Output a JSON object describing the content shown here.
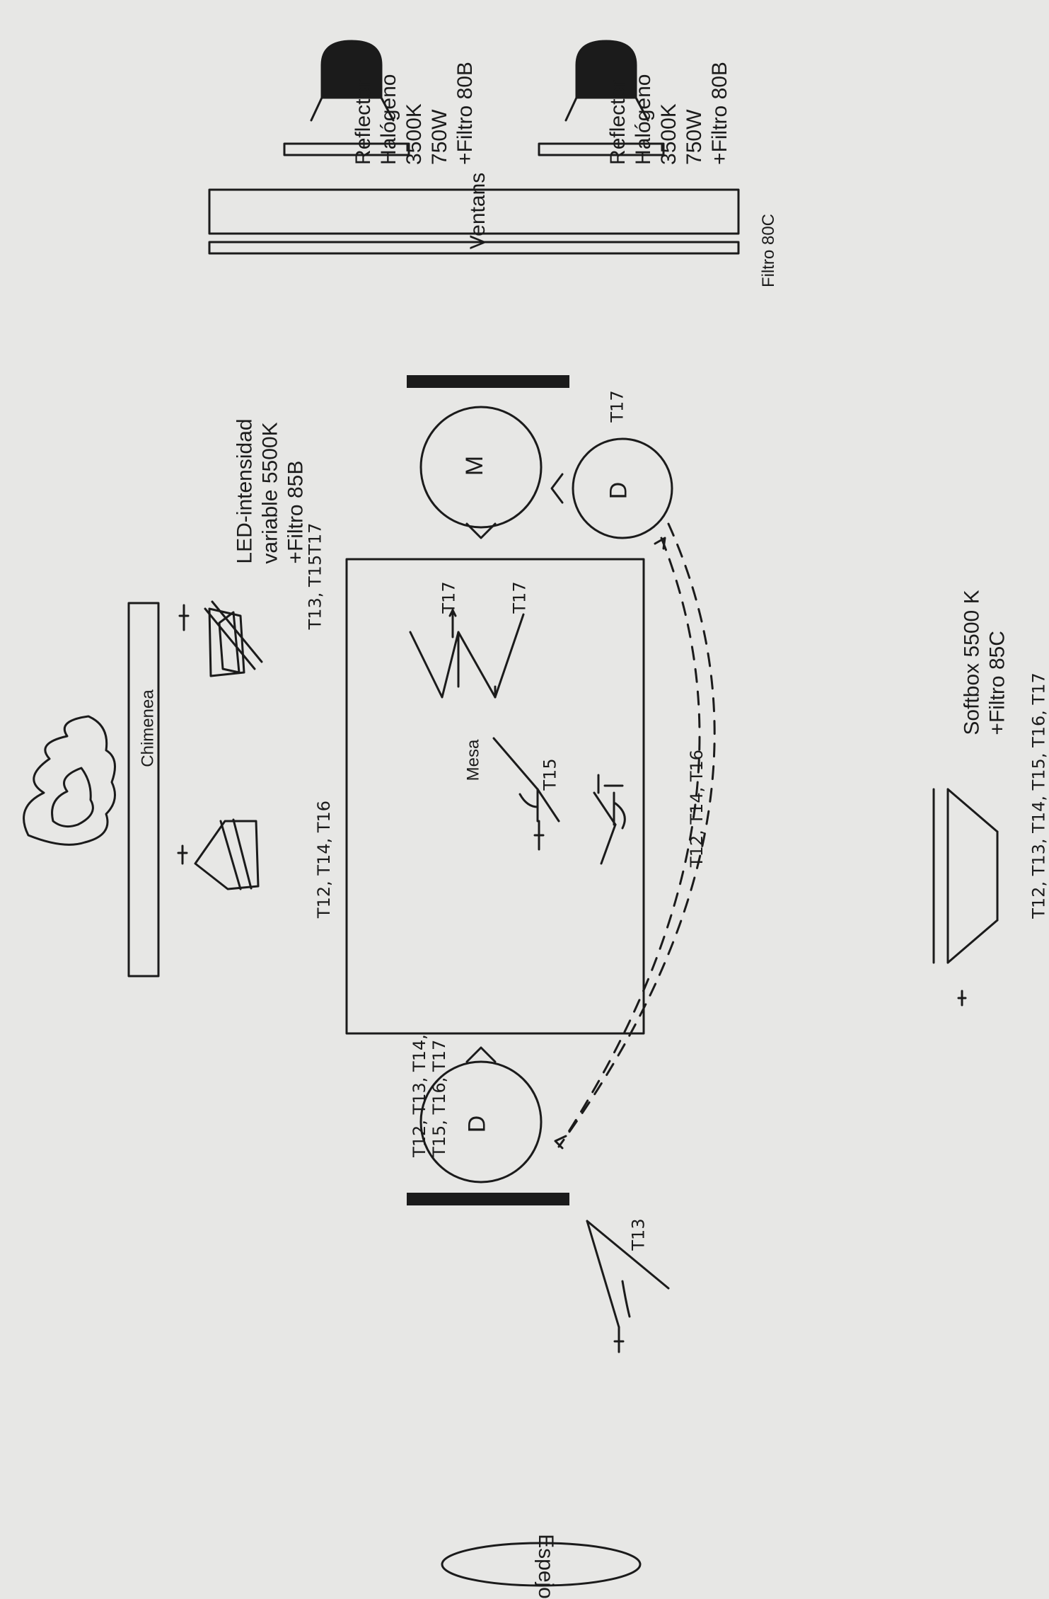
{
  "reflector_1": {
    "line1": "Reflector",
    "line2": "Halógeno",
    "line3": "3500K",
    "line4": "750W",
    "line5": "+Filtro 80B"
  },
  "reflector_2": {
    "line1": "Reflector",
    "line2": "Halógeno",
    "line3": "3500K",
    "line4": "750W",
    "line5": "+Filtro 80B"
  },
  "window": {
    "label": "Ventans",
    "filter": "Filtro 80C"
  },
  "fireplace": {
    "label": "Chimenea"
  },
  "led": {
    "line1": "LED-intensidad",
    "line2": "variable 5500K",
    "line3": "+Filtro 85B",
    "shots": "T13, T15T17"
  },
  "fresnel": {
    "shots": "T12, T14, T16"
  },
  "table": {
    "label": "Mesa",
    "cam1_shot": "T15",
    "cam2_shots": "T12, T14, T16"
  },
  "camera_right": {
    "shot_a": "T17",
    "shot_b": "T17"
  },
  "actor_m": {
    "letter": "M"
  },
  "actor_d_right": {
    "letter": "D",
    "shot": "T17"
  },
  "actor_d_left": {
    "letter": "D",
    "shots_line1": "T12, T13, T14,",
    "shots_line2": "T15, T16, T17"
  },
  "camera_left": {
    "shot": "T13"
  },
  "softbox": {
    "line1": "Softbox 5500 K",
    "line2": "+Filtro 85C",
    "shots": "T12, T13, T14, T15, T16, T17"
  },
  "mirror": {
    "label": "Espejo"
  },
  "colors": {
    "ink": "#1b1b1b",
    "paper": "#e7e7e5"
  }
}
